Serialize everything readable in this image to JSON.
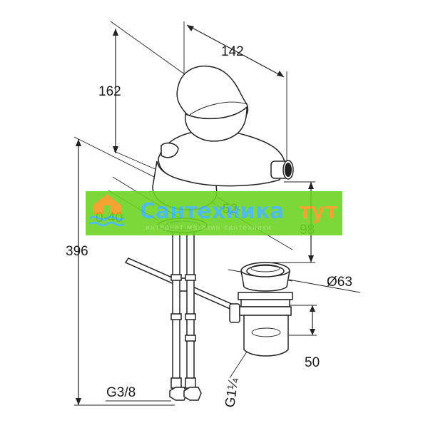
{
  "dimensions": {
    "width_142": "142",
    "height_162": "162",
    "total_396": "396",
    "range_0_40": "0-40",
    "reach_52": "52",
    "height_98": "98",
    "diameter_63": "Ø63",
    "waste_50": "50",
    "thread_g38": "G3/8",
    "thread_g114": "G1¼"
  },
  "watermark": {
    "brand": "Сантехника тут",
    "brand_word1": "Сантехника",
    "brand_word2": "тут",
    "tagline": "интернет магазин сантехники",
    "colors": {
      "banner": "#6ed424",
      "brand_text": "#3db6e8",
      "accent": "#f39a1e"
    }
  }
}
